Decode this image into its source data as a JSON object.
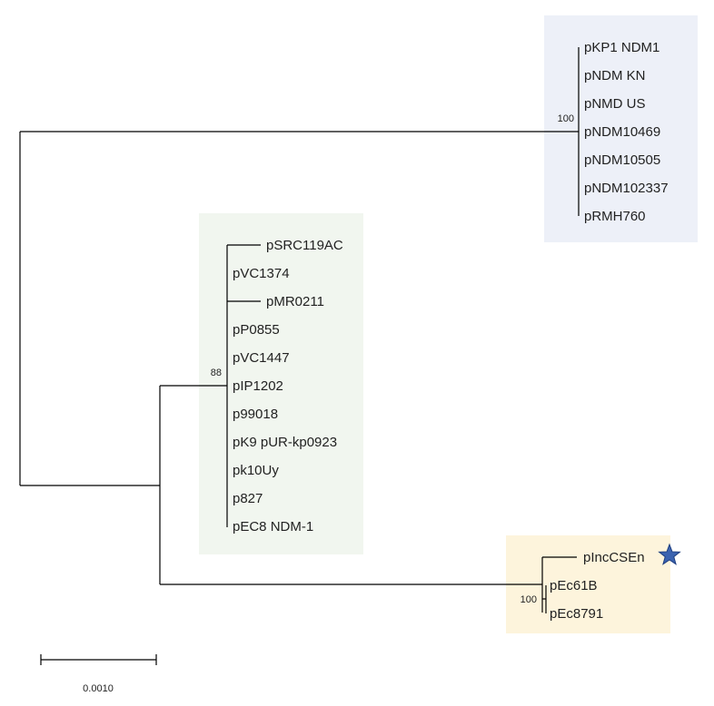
{
  "colors": {
    "clade_blue_bg": "#edf0f8",
    "clade_green_bg": "#f1f6ef",
    "clade_yellow_bg": "#fdf4dc",
    "branch": "#000000",
    "star": "#3b63b0",
    "star_outline": "#1f3f80"
  },
  "clades": {
    "top": {
      "support": "100",
      "leaves": [
        "pKP1 NDM1",
        "pNDM KN",
        "pNMD US",
        "pNDM10469",
        "pNDM10505",
        "pNDM102337",
        "pRMH760"
      ]
    },
    "middle": {
      "support": "88",
      "leaves": [
        "pSRC119AC",
        "pVC1374",
        "pMR0211",
        "pP0855",
        "pVC1447",
        "pIP1202",
        "p99018",
        "pK9 pUR-kp0923",
        "pk10Uy",
        "p827",
        "pEC8 NDM-1"
      ]
    },
    "bottom": {
      "support": "100",
      "leaves": [
        "pIncCSEn",
        "pEc61B",
        "pEc8791"
      ],
      "marker_icon": "star-icon"
    }
  },
  "scale_bar": {
    "label": "0.0010"
  }
}
